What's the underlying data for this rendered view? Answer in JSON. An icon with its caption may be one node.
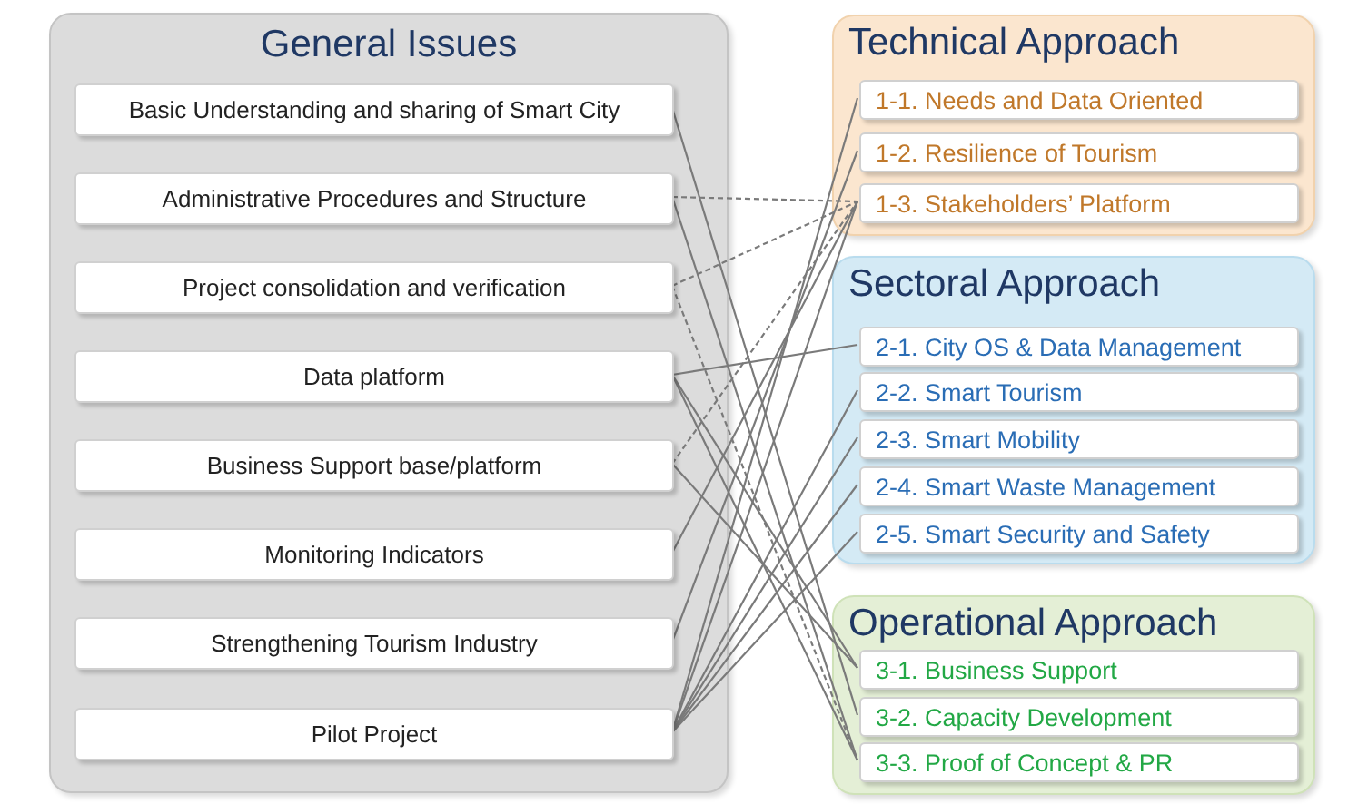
{
  "diagram": {
    "nodes": [
      {
        "text": [
          "General Issues"
        ]
      },
      {
        "text": [
          "Basic Understanding and sharing of Smart City"
        ],
        "in": 0
      },
      {
        "text": [
          "Administrative Procedures and Structure"
        ],
        "in": 0
      },
      {
        "text": [
          "Project consolidation and verification"
        ],
        "in": 0
      },
      {
        "text": [
          "Data platform"
        ],
        "in": 0
      },
      {
        "text": [
          "Business Support base/platform"
        ],
        "in": 0
      },
      {
        "text": [
          "Monitoring Indicators"
        ],
        "in": 0
      },
      {
        "text": [
          "Strengthening Tourism Industry"
        ],
        "in": 0
      },
      {
        "text": [
          "Pilot Project"
        ],
        "in": 0
      },
      {
        "text": [
          "Technical Approach"
        ]
      },
      {
        "text": [
          "1-1. Needs and Data Oriented"
        ],
        "in": 9
      },
      {
        "text": [
          "1-2. Resilience of Tourism"
        ],
        "in": 9
      },
      {
        "text": [
          "1-3. Stakeholders’ Platform"
        ],
        "in": 9
      },
      {
        "text": [
          "Sectoral Approach"
        ]
      },
      {
        "text": [
          "2-1. City OS & Data Management"
        ],
        "in": 13
      },
      {
        "text": [
          "2-2. Smart Tourism"
        ],
        "in": 13
      },
      {
        "text": [
          "2-3. Smart Mobility"
        ],
        "in": 13
      },
      {
        "text": [
          "2-4. Smart Waste Management"
        ],
        "in": 13
      },
      {
        "text": [
          "2-5. Smart Security and Safety"
        ],
        "in": 13
      },
      {
        "text": [
          "Operational Approach"
        ]
      },
      {
        "text": [
          "3-1. Business Support"
        ],
        "in": 19
      },
      {
        "text": [
          "3-2. Capacity Development"
        ],
        "in": 19
      },
      {
        "text": [
          "3-3. Proof of Concept & PR"
        ],
        "in": 19
      }
    ],
    "edges": [
      {
        "from": 1,
        "to": 21,
        "arrow": "none"
      },
      {
        "from": 2,
        "to": 12,
        "arrow": "none",
        "style": "dashed"
      },
      {
        "from": 2,
        "to": 22,
        "arrow": "none"
      },
      {
        "from": 3,
        "to": 12,
        "arrow": "none",
        "style": "dashed"
      },
      {
        "from": 3,
        "to": 22,
        "arrow": "none",
        "style": "dashed"
      },
      {
        "from": 4,
        "to": 14,
        "arrow": "none"
      },
      {
        "from": 4,
        "to": 20,
        "arrow": "none"
      },
      {
        "from": 4,
        "to": 22,
        "arrow": "none"
      },
      {
        "from": 5,
        "to": 12,
        "arrow": "none",
        "style": "dashed"
      },
      {
        "from": 5,
        "to": 20,
        "arrow": "none"
      },
      {
        "from": 6,
        "to": 12,
        "arrow": "none"
      },
      {
        "from": 7,
        "to": 11,
        "arrow": "none"
      },
      {
        "from": 8,
        "to": 10,
        "arrow": "none"
      },
      {
        "from": 8,
        "to": 12,
        "arrow": "none"
      },
      {
        "from": 8,
        "to": 15,
        "arrow": "none"
      },
      {
        "from": 8,
        "to": 16,
        "arrow": "none"
      },
      {
        "from": 8,
        "to": 17,
        "arrow": "none"
      },
      {
        "from": 8,
        "to": 18,
        "arrow": "none"
      }
    ]
  }
}
